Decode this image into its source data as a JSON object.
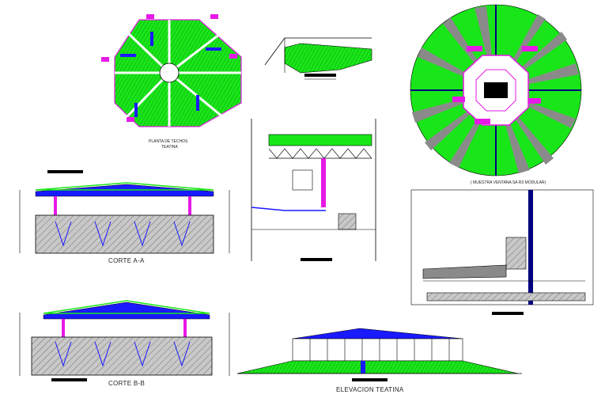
{
  "drawing": {
    "roof_plan_title": "PLANTA DE TECHOS",
    "roof_plan_subtitle": "TEATINA",
    "window_sample_caption": "( MUESTRA VENTANA SA R3 MODULAR)",
    "section_aa": "CORTE A-A",
    "section_bb": "CORTE B-B",
    "elevation": "ELEVACION TEATINA"
  },
  "colors": {
    "panel_green": "#19e619",
    "magenta": "#e619e6",
    "blue": "#1a1aff",
    "dark_blue": "#000080",
    "gray": "#8a8a8a",
    "line": "#000000"
  }
}
